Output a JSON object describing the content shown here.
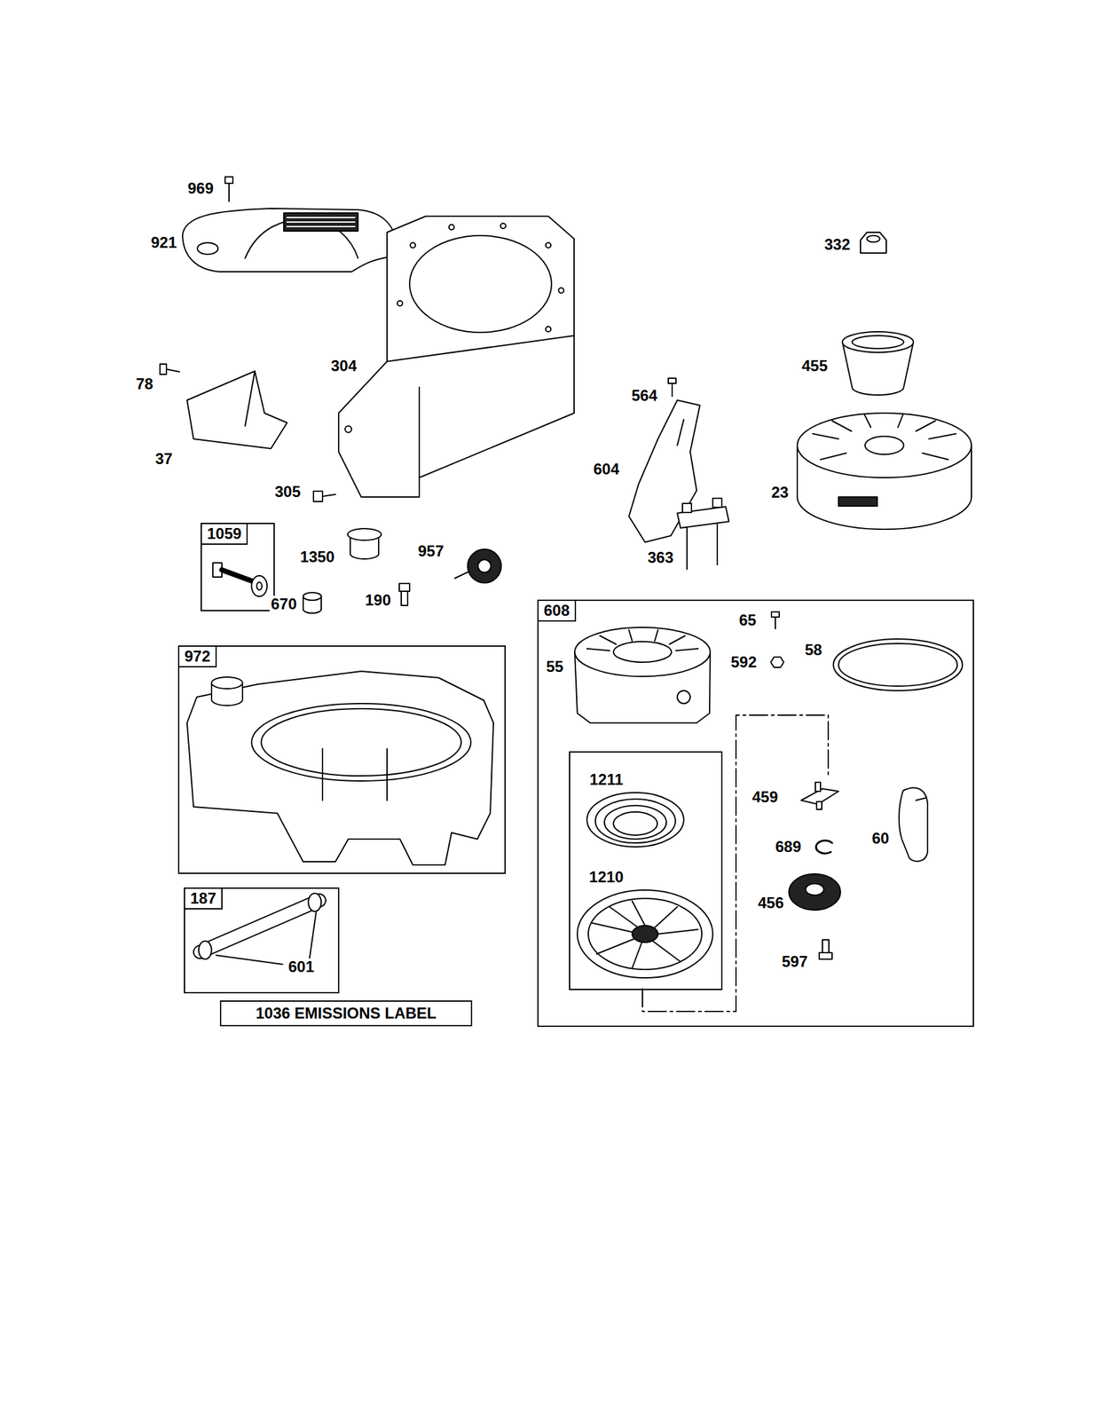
{
  "diagram": {
    "nodes": [
      {
        "text": [
          "1059"
        ]
      },
      {
        "text": [
          "972"
        ]
      },
      {
        "text": [
          "187"
        ]
      },
      {
        "text": [
          "1036 EMISSIONS LABEL"
        ]
      },
      {
        "text": [
          "608"
        ]
      },
      {
        "text": [
          "1211",
          "1210"
        ],
        "in": 4
      }
    ],
    "labels": [
      "969",
      "921",
      "78",
      "37",
      "304",
      "305",
      "1350",
      "957",
      "670",
      "190",
      "564",
      "604",
      "363",
      "332",
      "455",
      "23",
      "65",
      "592",
      "58",
      "55",
      "459",
      "689",
      "60",
      "456",
      "597",
      "601"
    ]
  }
}
